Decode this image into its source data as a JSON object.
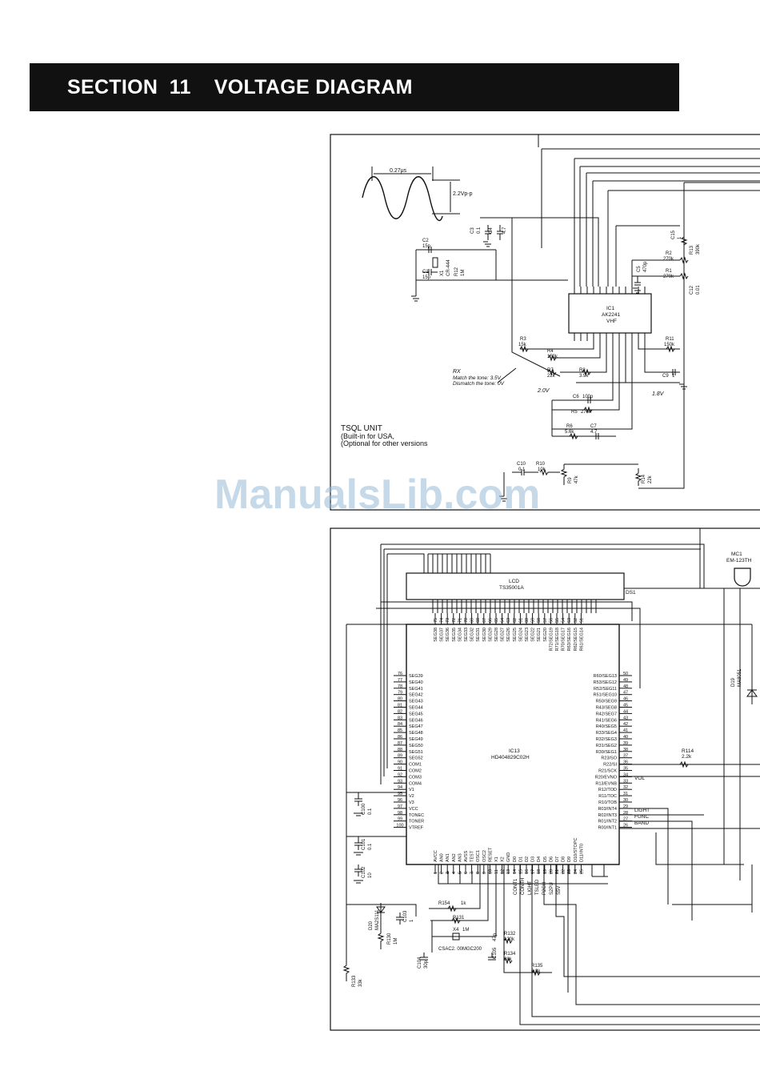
{
  "header": {
    "title": "SECTION  11    VOLTAGE DIAGRAM"
  },
  "tsql": {
    "waveform": {
      "period": "0.27μs",
      "amplitude": "2.2Vp-p"
    },
    "ic1": {
      "ref": "IC1",
      "part": "AK2241",
      "note": "VHF"
    },
    "unit_label": [
      "TSQL UNIT",
      "(Built-in for USA,",
      "(Optional for other versions"
    ],
    "rx_note": [
      "RX",
      "Match the tone: 3.5V",
      "Dismatch the tone: 0V"
    ],
    "volt_2v": "2.0V",
    "volt_18v": "1.8V",
    "components": {
      "c2": "C2",
      "c2v": "15p",
      "c1": "C1",
      "c1v": "15p",
      "x1": "X1",
      "x1v": "CR-444",
      "r12": "R12",
      "r12v": "1M",
      "c3": "C3",
      "c3v": "0.1",
      "c4": "C4",
      "c4v": "4.7",
      "c15": "C15",
      "c15v": "1",
      "r2": "R2",
      "r2v": "270k",
      "r13": "R13",
      "r13v": "390k",
      "c5": "C5",
      "c5v": "470p",
      "r1": "R1",
      "r1v": "270k",
      "c12": "C12",
      "c12v": "0.01",
      "r3": "R3",
      "r3v": "15k",
      "r4": "R4",
      "r4v": "150k",
      "r11": "R11",
      "r11v": "150k",
      "r7": "R7",
      "r7v": "22k",
      "r8": "R8",
      "r8v": "3.9k",
      "c9": "C9",
      "c9v": "1",
      "c6": "C6",
      "c6v": "100p",
      "r5": "R5",
      "r5v": "270k",
      "r6": "R6",
      "r6v": "5.6k",
      "c7": "C7",
      "c7v": "4.7",
      "c10": "C10",
      "c10v": "0.1",
      "r10": "R10",
      "r10v": "10k",
      "r9": "R9",
      "r9v": "47k",
      "r14": "R14",
      "r14v": "22k"
    }
  },
  "cpu": {
    "lcd": {
      "name": "LCD",
      "part": "TS35001A",
      "ref": "DS1"
    },
    "ic13": {
      "ref": "IC13",
      "part": "HD404829C02H"
    },
    "mc1": {
      "ref": "MC1",
      "part": "EM-123TH"
    },
    "d19": "D19",
    "d19p": "MA8051",
    "r114": "R114",
    "r114v": "2.2k",
    "signals": {
      "vol": "VOL",
      "light": "LIGHT",
      "func": "FUNC",
      "band": "BAND"
    },
    "top_pins": [
      "SEG38",
      "SEG37",
      "SEG36",
      "SEG35",
      "SEG34",
      "SEG33",
      "SEG32",
      "SEG31",
      "SEG30",
      "SEG29",
      "SEG28",
      "SEG27",
      "SEG26",
      "SEG25",
      "SEG24",
      "SEG23",
      "SEG22",
      "SEG21",
      "SEG20",
      "R72/SEG19",
      "R71/SEG18",
      "R70/SEG17",
      "R63/SEG16",
      "R62/SEG15",
      "R61/SEG14"
    ],
    "top_nums": [
      "75",
      "74",
      "73",
      "72",
      "71",
      "70",
      "69",
      "68",
      "67",
      "66",
      "65",
      "64",
      "63",
      "62",
      "61",
      "60",
      "59",
      "58",
      "57",
      "56",
      "55",
      "54",
      "53",
      "52",
      "51"
    ],
    "left_pins": [
      "SEG39",
      "SEG40",
      "SEG41",
      "SEG42",
      "SEG43",
      "SEG44",
      "SEG45",
      "SEG46",
      "SEG47",
      "SEG48",
      "SEG49",
      "SEG50",
      "SEG51",
      "SEG52",
      "COM1",
      "COM2",
      "COM3",
      "COM4",
      "V1",
      "V2",
      "V3",
      "VCC",
      "TONEC",
      "TONER",
      "VTREF"
    ],
    "left_nums": [
      "76",
      "77",
      "78",
      "79",
      "80",
      "81",
      "82",
      "83",
      "84",
      "85",
      "86",
      "87",
      "88",
      "89",
      "90",
      "91",
      "92",
      "93",
      "94",
      "95",
      "96",
      "97",
      "98",
      "99",
      "100"
    ],
    "right_pins": [
      "R60/SEG13",
      "R53/SEG12",
      "R52/SEG11",
      "R51/SEG10",
      "R50/SEG9",
      "R43/SEG8",
      "R42/SEG7",
      "R41/SEG6",
      "R40/SEG5",
      "R33/SEG4",
      "R32/SEG3",
      "R31/SEG2",
      "R30/SEG1",
      "R23/SO",
      "R22/SI",
      "R21/SCK",
      "R20/EVNO",
      "R13/EVNB",
      "R12/TOD",
      "R11/TOC",
      "R10/TOB",
      "R03/INT4",
      "R02/INT3",
      "R01/INT2",
      "R00/INT1"
    ],
    "right_nums": [
      "50",
      "49",
      "48",
      "47",
      "46",
      "45",
      "44",
      "43",
      "42",
      "41",
      "40",
      "39",
      "38",
      "37",
      "36",
      "35",
      "34",
      "33",
      "32",
      "31",
      "30",
      "29",
      "28",
      "27",
      "26"
    ],
    "bottom_pins": [
      "AVCC",
      "AN0",
      "AN1",
      "AN2",
      "AN3",
      "AVSS",
      "TEST",
      "OSC1",
      "OSC2",
      "RESET",
      "X1",
      "X2",
      "GND",
      "D0",
      "D1",
      "D2",
      "D3",
      "D4",
      "D5",
      "D6",
      "D7",
      "D8",
      "D9",
      "D10/STOPC",
      "D11/INT0"
    ],
    "bottom_nums": [
      "1",
      "2",
      "3",
      "4",
      "5",
      "6",
      "7",
      "8",
      "9",
      "10",
      "11",
      "12",
      "13",
      "14",
      "15",
      "16",
      "17",
      "18",
      "19",
      "20",
      "21",
      "22",
      "23",
      "24",
      "25"
    ],
    "lower": {
      "c100": "C100",
      "c100v": "0.1",
      "c101": "C101",
      "c101v": "0.1",
      "c102": "C102",
      "c102v": "10",
      "d20": "D20",
      "d20p": "MA2S111",
      "c103": "C103",
      "c103v": "1",
      "r154": "R154",
      "r154v": "1k",
      "r131": "R131",
      "x4": "X4",
      "x4v": "1M",
      "x4p": "CSAC2. 00MGC200",
      "c104": "C104",
      "c104v": "30p",
      "c105": "C105",
      "c105v": "47p",
      "r132": "R132",
      "r132v": "120k",
      "r134": "R134",
      "r134v": "68k",
      "r135": "R135",
      "r135v": "6.8k",
      "r130": "R130",
      "r130v": "1M",
      "r133": "R133",
      "r133v": "33k",
      "cont1": "CONT1",
      "conth": "CONTH",
      "light2": "LIGHT",
      "s5v": "S5V",
      "ts": "TSLED",
      "p2ch": "P2CH",
      "s2pu": "S2PU"
    }
  },
  "watermark": "ManualsLib.com"
}
